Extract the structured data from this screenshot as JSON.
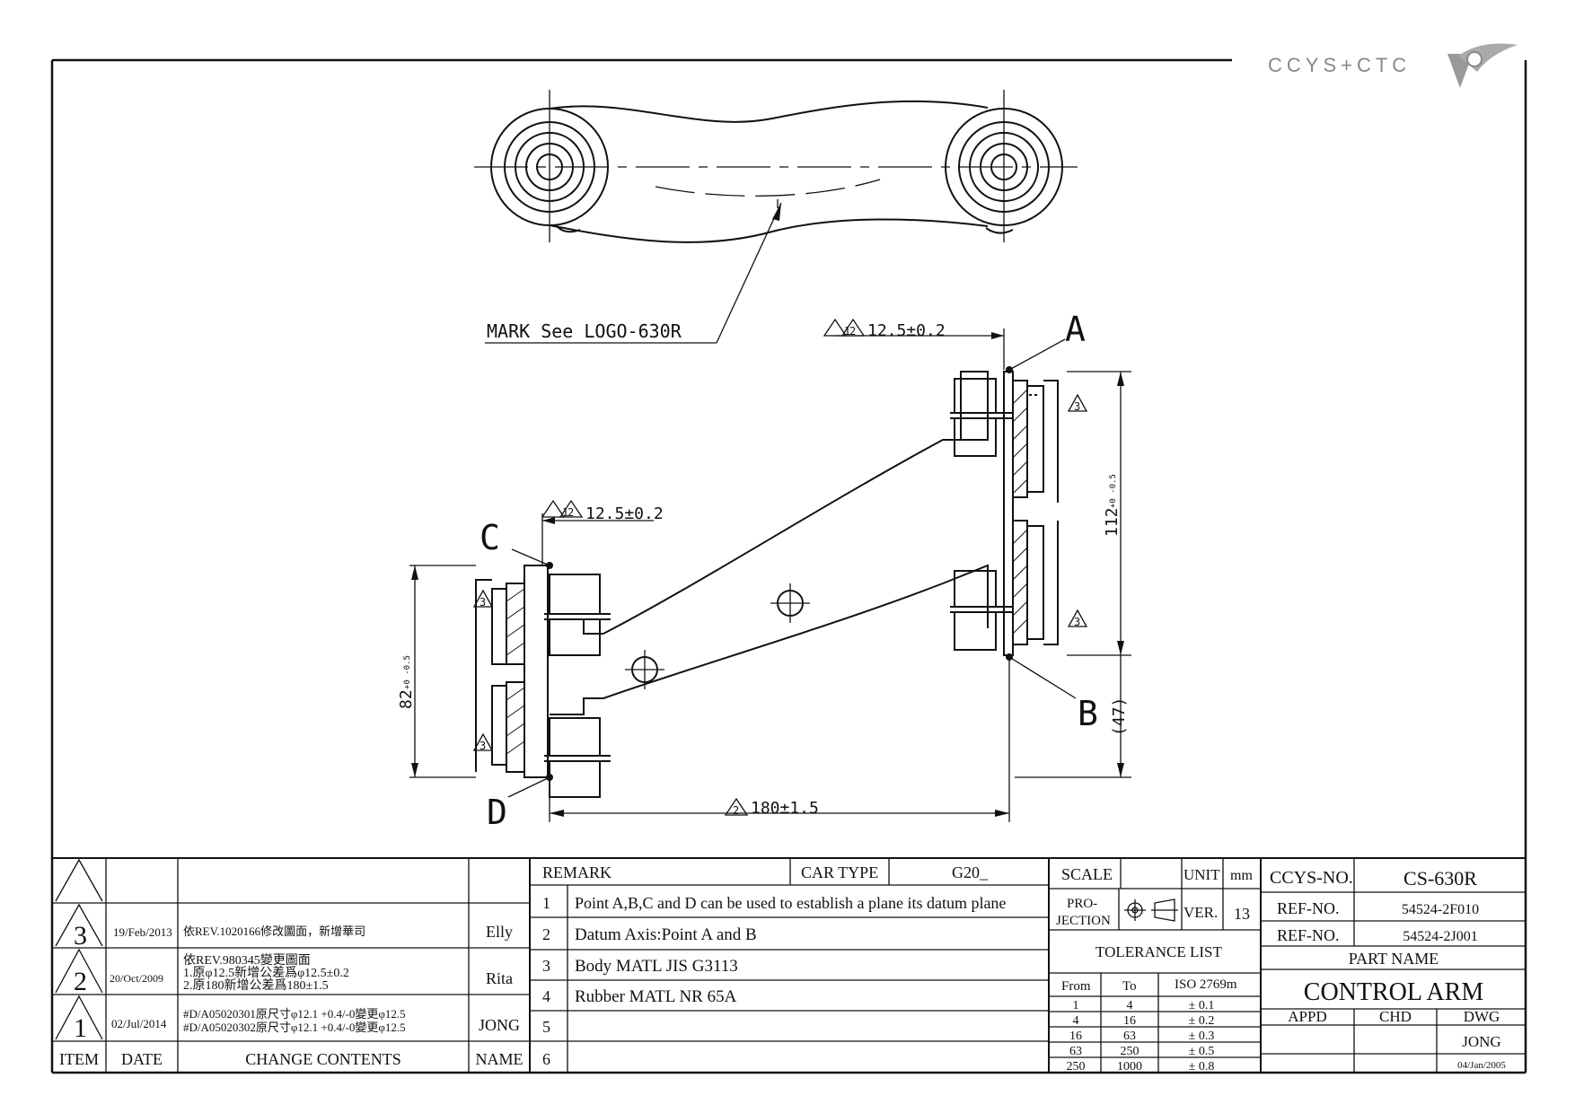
{
  "brand": {
    "text": "CCYS+CTC"
  },
  "drawing": {
    "mark_note": "MARK See LOGO-630R",
    "points": {
      "a": "A",
      "b": "B",
      "c": "C",
      "d": "D"
    },
    "dims": {
      "flat_top": "12.5±0.2",
      "flat_left": "12.5±0.2",
      "length": "180±1.5",
      "height_right": "112",
      "height_right_tol": "+0 -0.5",
      "height_left": "82",
      "height_left_tol": "+0 -0.5",
      "ref_47": "(47)"
    },
    "rev_tags": {
      "one": "1",
      "two": "2",
      "three": "3"
    }
  },
  "revision_table": {
    "headers": {
      "item": "ITEM",
      "date": "DATE",
      "contents": "CHANGE CONTENTS",
      "name": "NAME"
    },
    "rows": [
      {
        "item": "3",
        "date": "19/Feb/2013",
        "lines": [
          "依REV.1020166修改圖面，新增華司"
        ],
        "name": "Elly"
      },
      {
        "item": "2",
        "date": "20/Oct/2009",
        "lines": [
          "依REV.980345變更圖面",
          "1.原φ12.5新增公差爲φ12.5±0.2",
          "2.原180新增公差爲180±1.5"
        ],
        "name": "Rita"
      },
      {
        "item": "1",
        "date": "02/Jul/2014",
        "lines": [
          "#D/A05020301原尺寸φ12.1  +0.4/-0變更φ12.5",
          "#D/A05020302原尺寸φ12.1  +0.4/-0變更φ12.5"
        ],
        "name": "JONG"
      }
    ]
  },
  "remark": {
    "label": "REMARK",
    "car_type_label": "CAR TYPE",
    "car_type": "G20_",
    "items": [
      {
        "no": "1",
        "text": "Point A,B,C and D can be used to establish a plane its datum plane"
      },
      {
        "no": "2",
        "text": "Datum Axis:Point A and B"
      },
      {
        "no": "3",
        "text": "Body MATL JIS G3113"
      },
      {
        "no": "4",
        "text": "Rubber MATL NR 65A"
      },
      {
        "no": "5",
        "text": ""
      },
      {
        "no": "6",
        "text": ""
      }
    ]
  },
  "spec": {
    "scale_label": "SCALE",
    "scale": "",
    "unit_label": "UNIT",
    "unit": "mm",
    "projection_label": [
      "PRO-",
      "JECTION"
    ],
    "ver_label": "VER.",
    "ver": "13",
    "tolerance_title": "TOLERANCE LIST",
    "tolerance_headers": {
      "from": "From",
      "to": "To",
      "iso": "ISO 2769m"
    },
    "tolerances": [
      {
        "from": "1",
        "to": "4",
        "tol": "± 0.1"
      },
      {
        "from": "4",
        "to": "16",
        "tol": "± 0.2"
      },
      {
        "from": "16",
        "to": "63",
        "tol": "± 0.3"
      },
      {
        "from": "63",
        "to": "250",
        "tol": "± 0.5"
      },
      {
        "from": "250",
        "to": "1000",
        "tol": "± 0.8"
      }
    ]
  },
  "title_block": {
    "ccys_label": "CCYS-NO.",
    "ccys_no": "CS-630R",
    "ref_label": "REF-NO.",
    "ref_no_1": "54524-2F010",
    "ref_no_2": "54524-2J001",
    "part_name_label": "PART NAME",
    "part_name": "CONTROL ARM",
    "appd_label": "APPD",
    "chd_label": "CHD",
    "dwg_label": "DWG",
    "dwg_by": "JONG",
    "dwg_date": "04/Jan/2005"
  }
}
